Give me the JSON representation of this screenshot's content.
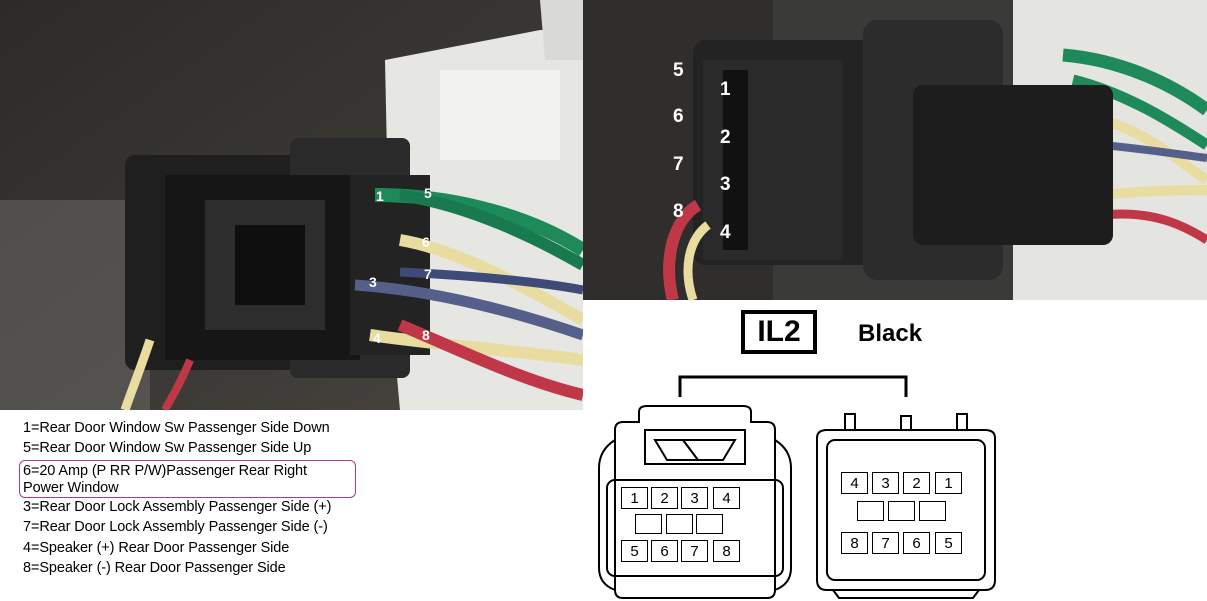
{
  "photo_left": {
    "pins": [
      "1",
      "5",
      "6",
      "3",
      "7",
      "4",
      "8"
    ]
  },
  "photo_right": {
    "pins": [
      "5",
      "1",
      "6",
      "2",
      "7",
      "3",
      "8",
      "4"
    ]
  },
  "legend": {
    "lines": [
      "1=Rear Door Window  Sw  Passenger Side Down",
      "5=Rear Door Window  Sw  Passenger Side Up",
      "6=20 Amp (P RR P/W)Passenger Rear Right",
      "Power Window",
      "3=Rear Door Lock Assembly Passenger Side (+)",
      "7=Rear Door Lock Assembly Passenger Side (-)",
      "4=Speaker (+) Rear Door Passenger Side",
      "8=Speaker (-) Rear Door Passenger Side"
    ],
    "highlight_color": "#b03a86"
  },
  "diagram": {
    "connector_id": "IL2",
    "connector_color": "Black",
    "left_face": {
      "top_row": [
        "1",
        "2",
        "3",
        "4"
      ],
      "bottom_row": [
        "5",
        "6",
        "7",
        "8"
      ]
    },
    "right_face": {
      "top_row": [
        "4",
        "3",
        "2",
        "1"
      ],
      "bottom_row": [
        "8",
        "7",
        "6",
        "5"
      ]
    }
  },
  "wire_colors": {
    "green": "#1e8a5a",
    "yellow": "#e8dca0",
    "blue": "#55608a",
    "red": "#c03848",
    "connector": "#232323"
  }
}
